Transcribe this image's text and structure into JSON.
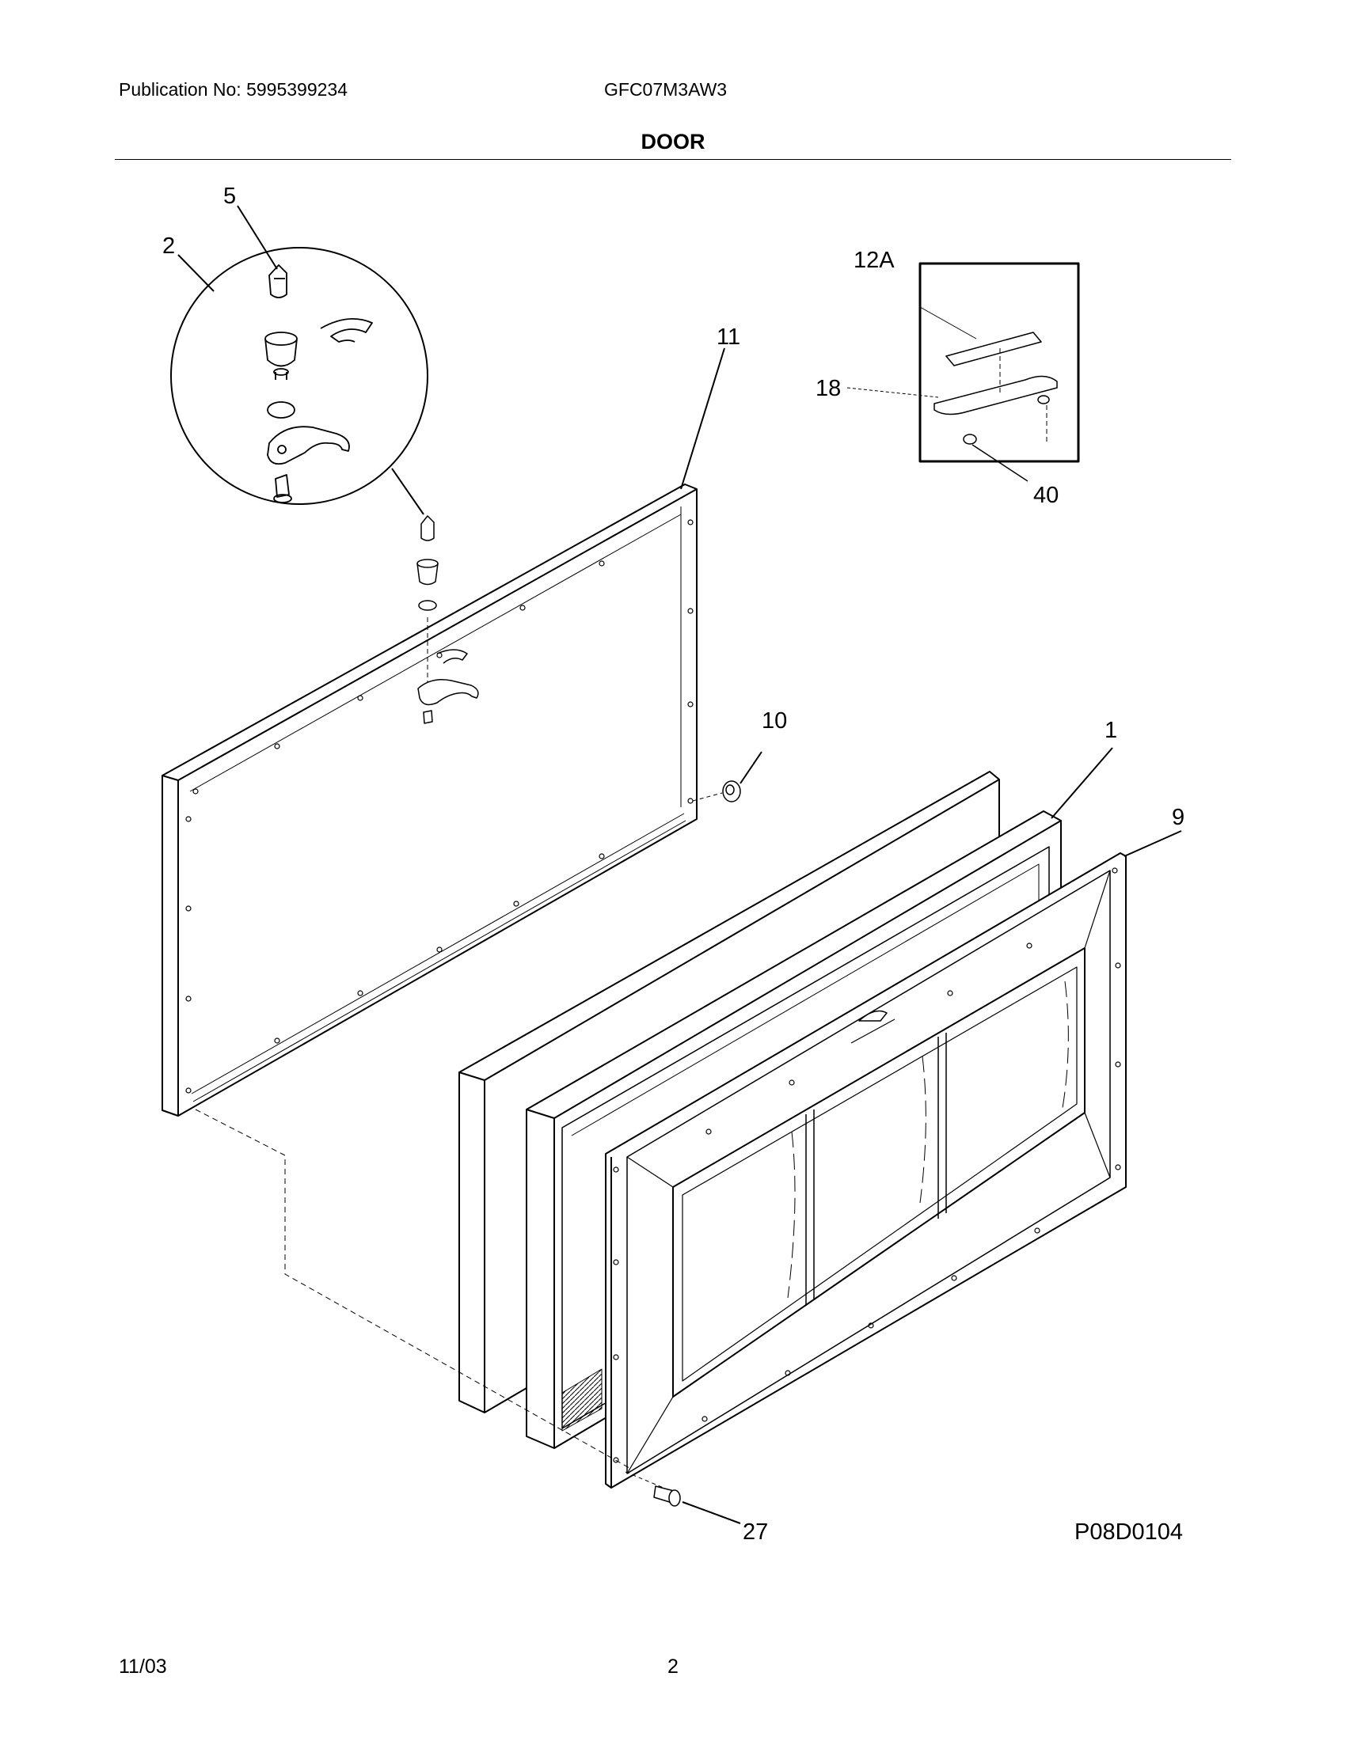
{
  "header": {
    "publication": "Publication No: 5995399234",
    "model": "GFC07M3AW3",
    "section_title": "DOOR"
  },
  "diagram": {
    "callouts": {
      "c5": "5",
      "c2": "2",
      "c12A": "12A",
      "c11": "11",
      "c18": "18",
      "c40": "40",
      "c10": "10",
      "c1": "1",
      "c9": "9",
      "c27": "27"
    },
    "figure_id": "P08D0104"
  },
  "footer": {
    "date": "11/03",
    "page": "2"
  }
}
